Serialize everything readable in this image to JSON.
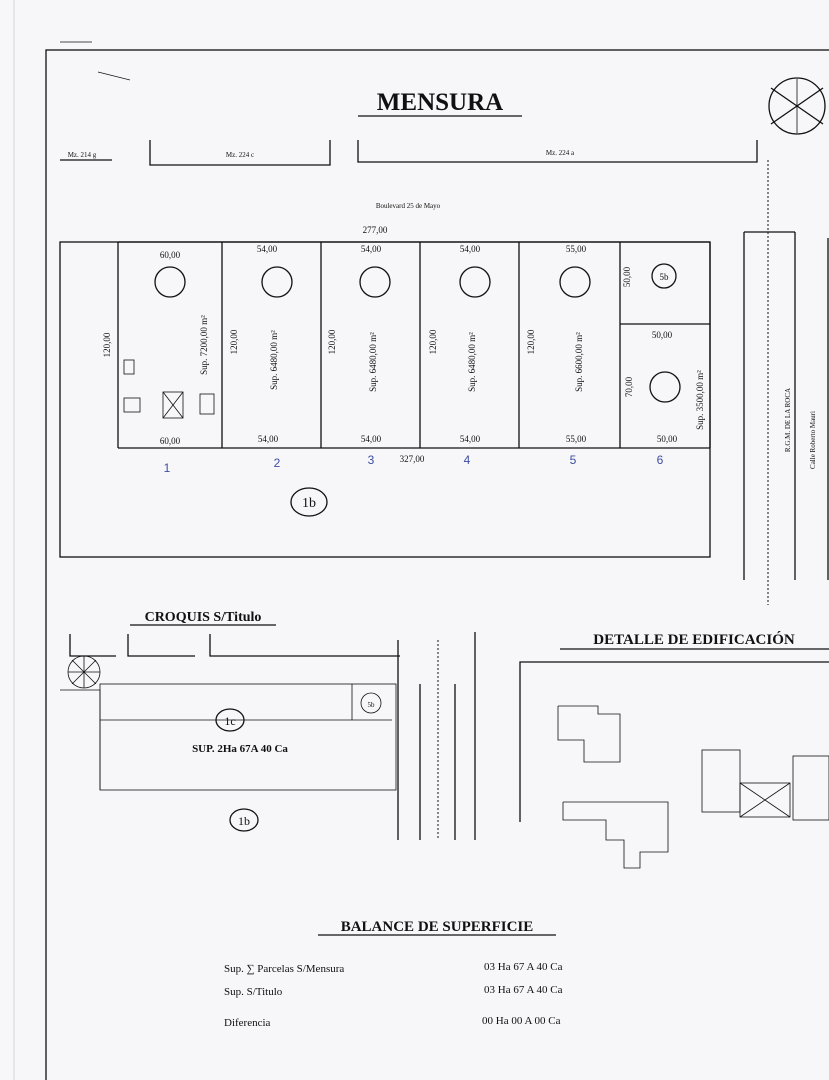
{
  "document": {
    "title": "MENSURA",
    "street_top": "Boulevard 25 de Mayo",
    "top_blocks": [
      "Mz. 214 g",
      "Mz. 224 c",
      "Mz. 224 a"
    ],
    "right_street": "R.G.M. DE LA ROCA",
    "right_street2": "Calle Roberto Mauri",
    "total_front_top": "277,00",
    "total_front_bottom": "327,00",
    "parcel_ref": "1b",
    "lots": [
      {
        "number": "1",
        "top": "60,00",
        "bottom": "60,00",
        "depth": "120,00",
        "surface": "Sup. 7200,00 m²"
      },
      {
        "number": "2",
        "top": "54,00",
        "bottom": "54,00",
        "depth": "120,00",
        "surface": "Sup. 6480,00 m²"
      },
      {
        "number": "3",
        "top": "54,00",
        "bottom": "54,00",
        "depth": "120,00",
        "surface": "Sup. 6480,00 m²"
      },
      {
        "number": "4",
        "top": "54,00",
        "bottom": "54,00",
        "depth": "120,00",
        "surface": "Sup. 6480,00 m²"
      },
      {
        "number": "5",
        "top": "55,00",
        "bottom": "55,00",
        "depth": "120,00",
        "surface": "Sup. 6600,00 m²"
      },
      {
        "number": "6",
        "top": "50,00",
        "bottom": "50,00",
        "depth": "70,00",
        "surface": "Sup. 3500,00 m²"
      }
    ],
    "lot5b": {
      "top": "50,00",
      "depth": "50,00",
      "code": "5b"
    },
    "croquis_title": "CROQUIS S/Titulo",
    "croquis_surface": "SUP. 2Ha 67A 40 Ca",
    "croquis_parcel": "1c",
    "croquis_ref": "1b",
    "croquis_code": "5b",
    "detalle_title": "DETALLE DE EDIFICACIÓN",
    "balance": {
      "title": "BALANCE DE SUPERFICIE",
      "rows": [
        {
          "label": "Sup. ∑ Parcelas S/Mensura",
          "value": "03 Ha   67 A   40 Ca"
        },
        {
          "label": "Sup. S/Titulo",
          "value": "03 Ha   67 A   40 Ca"
        },
        {
          "label": "Diferencia",
          "value": "00 Ha   00 A   00 Ca"
        }
      ]
    }
  }
}
